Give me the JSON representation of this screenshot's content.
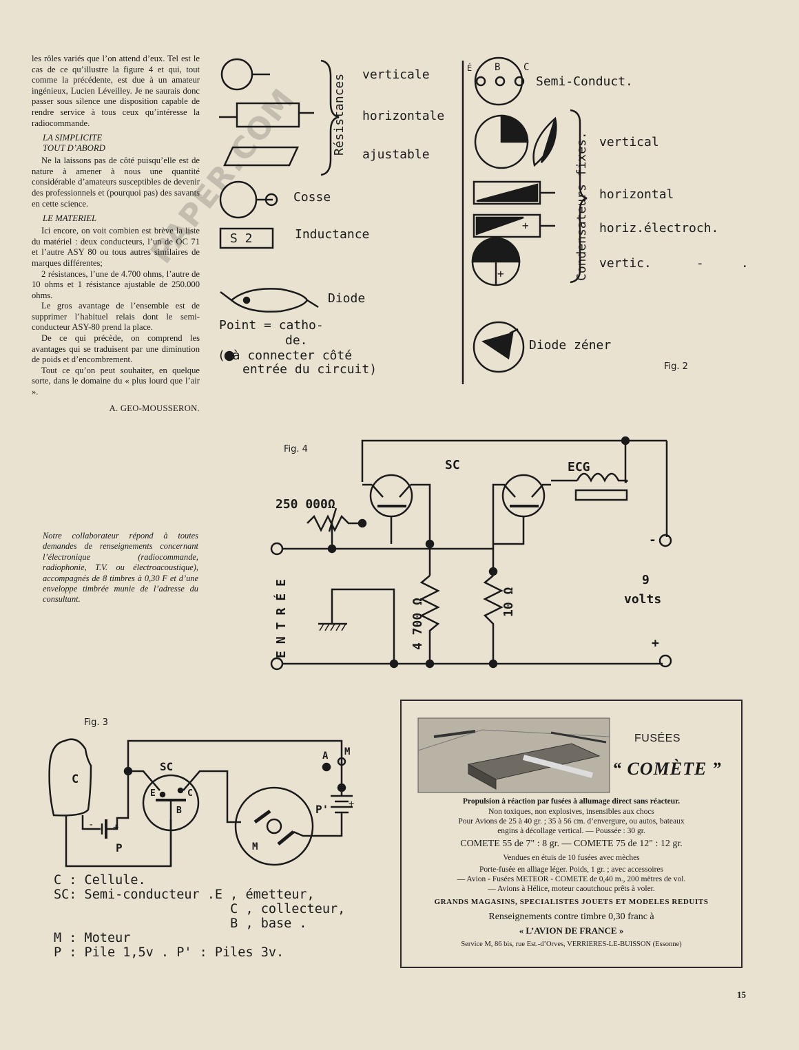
{
  "article": {
    "p1": "les rôles variés que l’on attend d’eux. Tel est le cas de ce qu’illustre la figure 4 et qui, tout comme la précédente, est due à un amateur ingénieux, Lucien Léveilley. Je ne saurais donc passer sous silence une disposition capable de rendre service à tous ceux qu’intéresse la radiocommande.",
    "h1a": "LA SIMPLICITE",
    "h1b": "TOUT D’ABORD",
    "p2": "Ne la laissons pas de côté puisqu’elle est de nature à amener à nous une quantité considérable d’amateurs susceptibles de devenir des professionnels et (pourquoi pas) des savants en cette science.",
    "h2": "LE MATERIEL",
    "p3": "Ici encore, on voit combien est brève la liste du matériel : deux conducteurs, l’un de OC 71 et l’autre ASY 80 ou tous autres similaires de marques différentes;",
    "p4": "2 résistances, l’une de 4.700 ohms, l’autre de 10 ohms et 1 résistance ajustable de 250.000 ohms.",
    "p5": "Le gros avantage de l’ensemble est de supprimer l’habituel relais dont le semi-conducteur ASY-80 prend la place.",
    "p6": "De ce qui précède, on comprend les avantages qui se traduisent par une diminution de poids et d’encombrement.",
    "p7": "Tout ce qu’on peut souhaiter, en quelque sorte, dans le domaine du « plus lourd que l’air ».",
    "signature": "A. GEO-MOUSSERON.",
    "note": "Notre collaborateur répond à toutes demandes de renseignements concernant l’électronique (radiocommande, radiophonie, T.V. ou électroacoustique), accompagnés de 8 timbres à 0,30 F et d’une enveloppe timbrée munie de l’adresse du consultant."
  },
  "fig1": {
    "resistances": "Résistances",
    "verticale": "verticale",
    "horizontale": "horizontale",
    "ajustable": "ajustable",
    "cosse": "Cosse",
    "s2": "S 2",
    "inductance": "Inductance",
    "diode": "Diode",
    "point1": "Point = catho-",
    "point2": "de.",
    "point3": "( à connecter côté",
    "point4": "entrée du circuit)"
  },
  "fig2": {
    "e": "É",
    "b": "B",
    "c": "C",
    "semi": "Semi-Conduct.",
    "condensateurs": "Condensateurs fixes.",
    "vertical": "vertical",
    "horizontal": "horizontal",
    "horiz_electroch": "horiz.électroch.",
    "vertic": "vertic.      -     .",
    "plus": "+",
    "zener": "Diode zéner",
    "caption": "Fig. 2"
  },
  "fig4": {
    "caption": "Fig. 4",
    "sc": "SC",
    "ecg": "ECG",
    "r250": "250 000Ω",
    "entree": "ENTRÉE",
    "r4700": "4 700 Ω",
    "r10": "10 Ω",
    "minus": "-",
    "plus": "+",
    "volts_num": "9",
    "volts": "volts"
  },
  "fig3": {
    "caption": "Fig. 3",
    "c": "C",
    "sc": "SC",
    "e": "E",
    "b": "B",
    "cc": "C",
    "a": "A",
    "m": "M",
    "p": "P",
    "pp": "P'",
    "motor": "M",
    "minus": "-",
    "plus": "+"
  },
  "legend": {
    "l1": "C : Cellule.",
    "l2": "SC: Semi-conducteur .E , émetteur,",
    "l3": "                       C , collecteur,",
    "l4": "                       B , base .",
    "l5": "M : Moteur",
    "l6": "P : Pile 1,5v . P' : Piles 3v."
  },
  "ad": {
    "fusees": "FUSÉES",
    "comete": "“ COMÈTE ”",
    "line1": "Propulsion à réaction par fusées à allumage direct sans réacteur.",
    "line2": "Non toxiques, non explosives, insensibles aux chocs",
    "line3": "Pour Avions de 25 à 40 gr. ; 35 à 56 cm. d’envergure, ou autos, bateaux",
    "line4": "engins à décollage vertical. — Poussée : 30 gr.",
    "line5": "COMETE 55 de 7\" : 8 gr. — COMETE 75 de 12\" : 12 gr.",
    "line6": "Vendues en étuis de 10 fusées avec mèches",
    "line7": "Porte-fusée en alliage léger. Poids, 1 gr. ; avec accessoires",
    "line8": "— Avion - Fusées METEOR - COMETE de 0,40 m., 200 mètres de vol.",
    "line9": "— Avions à Hélice, moteur caoutchouc prêts à voler.",
    "line10": "GRANDS MAGASINS, SPECIALISTES JOUETS ET MODELES REDUITS",
    "line11": "Renseignements contre timbre 0,30 franc à",
    "line12": "« L’AVION DE FRANCE »",
    "line13": "Service M, 86 bis, rue Est.-d’Orves, VERRIERES-LE-BUISSON (Essonne)"
  },
  "watermark": "PAPER.COM",
  "page_number": "15"
}
